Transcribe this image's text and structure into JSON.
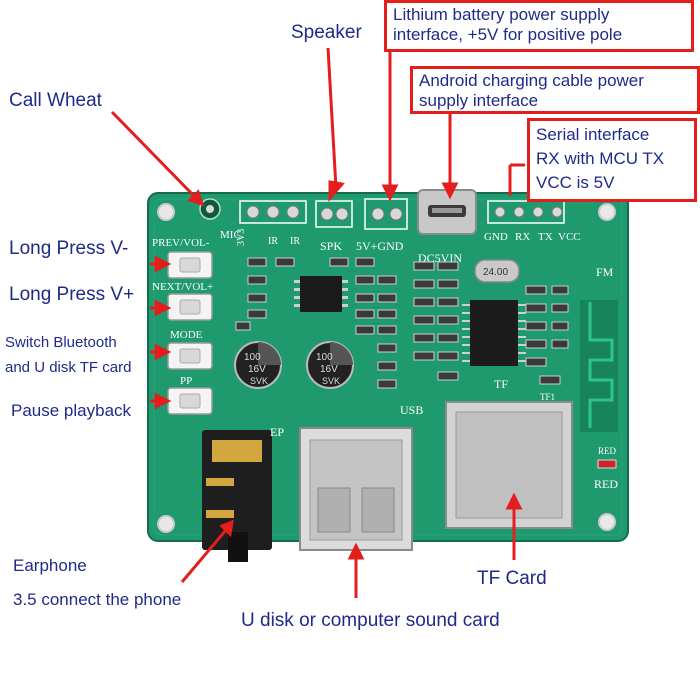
{
  "callouts": {
    "speaker": "Speaker",
    "lithium_line1": "Lithium battery power supply",
    "lithium_line2": "interface, +5V for positive pole",
    "android_line1": "Android charging cable power",
    "android_line2": "supply interface",
    "serial_line1": "Serial interface",
    "serial_line2": "RX with MCU TX",
    "serial_line3": "VCC is 5V",
    "call_wheat": "Call Wheat",
    "long_press_vminus": "Long Press V-",
    "long_press_vplus": "Long Press V+",
    "switch_line1": "Switch Bluetooth",
    "switch_line2": "and U disk TF card",
    "pause": "Pause playback",
    "earphone": "Earphone",
    "earphone_sub": "3.5 connect the phone",
    "udisk": "U disk or computer sound card",
    "tfcard": "TF Card"
  },
  "board": {
    "silkscreen": {
      "mic": "MIC",
      "prev": "PREV/VOL-",
      "next": "NEXT/VOL+",
      "mode": "MODE",
      "pp": "PP",
      "v33": "3V3",
      "ir1": "IR",
      "ir2": "IR",
      "spk": "SPK",
      "v5gnd": "5V+GND",
      "dc5vin": "DC5VIN",
      "gnd": "GND",
      "rx": "RX",
      "tx": "TX",
      "vcc": "VCC",
      "fm": "FM",
      "ep": "EP",
      "usb": "USB",
      "tf": "TF",
      "tf1": "TF1",
      "red1": "RED",
      "red2": "RED",
      "crystal": "24.00",
      "cap_value": "100",
      "cap_voltage": "16V",
      "cap_series": "SVK"
    }
  },
  "colors": {
    "pcb": "#1f9a6e",
    "pcb_dark": "#13704f",
    "arrow": "#e41d1d",
    "text": "#1f2a8a"
  }
}
